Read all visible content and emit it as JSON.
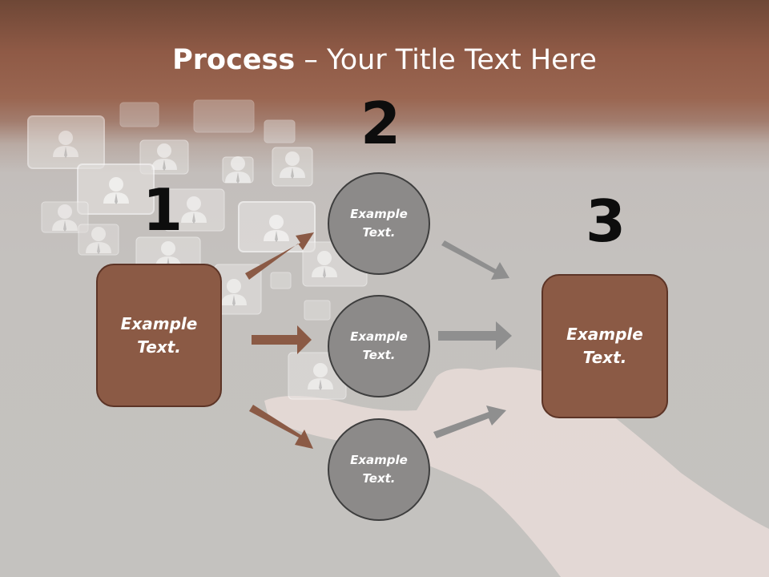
{
  "title": {
    "bold": "Process",
    "rest": " – Your Title Text Here"
  },
  "steps": [
    {
      "number": "1",
      "text": "Example\nText."
    },
    {
      "number": "2"
    },
    {
      "number": "3",
      "text": "Example\nText."
    }
  ],
  "circles": [
    {
      "text": "Example\nText."
    },
    {
      "text": "Example\nText."
    },
    {
      "text": "Example\nText."
    }
  ],
  "colors": {
    "header_band": "#8f5a46",
    "box_fill": "#8b5a45",
    "circle_fill": "#8c8a89",
    "arrow_brown": "#8b5a45",
    "arrow_gray": "#8f8f8f"
  }
}
